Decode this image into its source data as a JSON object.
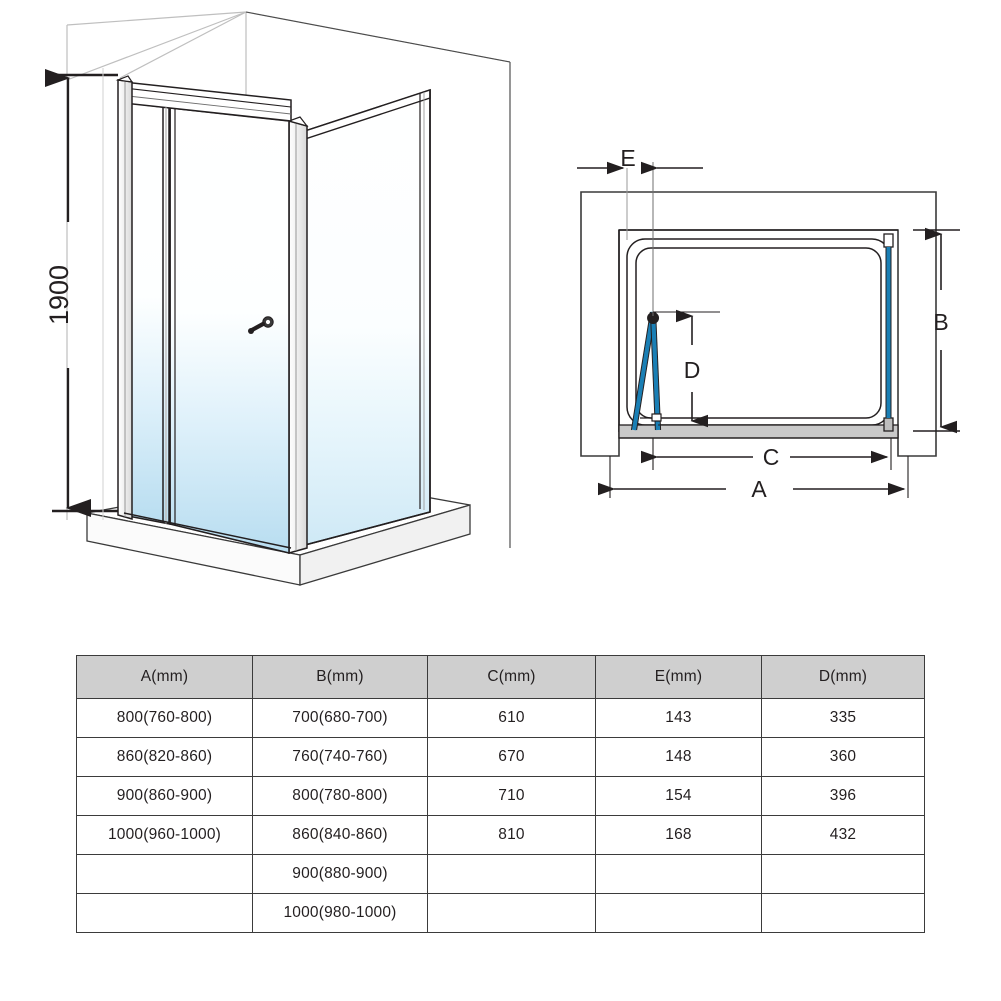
{
  "drawing": {
    "perspective_view": {
      "name": "shower-enclosure-perspective",
      "height_dimension_label": "1900",
      "parts": {
        "door_panel_left": "bifold-door-left-glass",
        "door_panel_right": "bifold-door-right-glass",
        "side_panel": "fixed-side-glass-panel",
        "handle": "door-handle",
        "tray": "shower-tray"
      }
    },
    "plan_view": {
      "name": "shower-enclosure-plan",
      "dimension_labels": {
        "a": "A",
        "b": "B",
        "c": "C",
        "d": "D",
        "e": "E"
      }
    },
    "colors": {
      "line": "#231f20",
      "wall_line": "#bcbcbc",
      "glass_top": "#ffffff",
      "glass_bottom": "#b8ddf0",
      "glass_accent": "#1a7fb5",
      "tray_fill": "#c9c9c9",
      "table_header_bg": "#cfcfcf",
      "table_border": "#3b3b3b"
    }
  },
  "table": {
    "name": "size-specification-table",
    "headers": [
      "A(mm)",
      "B(mm)",
      "C(mm)",
      "E(mm)",
      "D(mm)"
    ],
    "rows": [
      [
        "800(760-800)",
        "700(680-700)",
        "610",
        "143",
        "335"
      ],
      [
        "860(820-860)",
        "760(740-760)",
        "670",
        "148",
        "360"
      ],
      [
        "900(860-900)",
        "800(780-800)",
        "710",
        "154",
        "396"
      ],
      [
        "1000(960-1000)",
        "860(840-860)",
        "810",
        "168",
        "432"
      ],
      [
        "",
        "900(880-900)",
        "",
        "",
        ""
      ],
      [
        "",
        "1000(980-1000)",
        "",
        "",
        ""
      ]
    ]
  }
}
